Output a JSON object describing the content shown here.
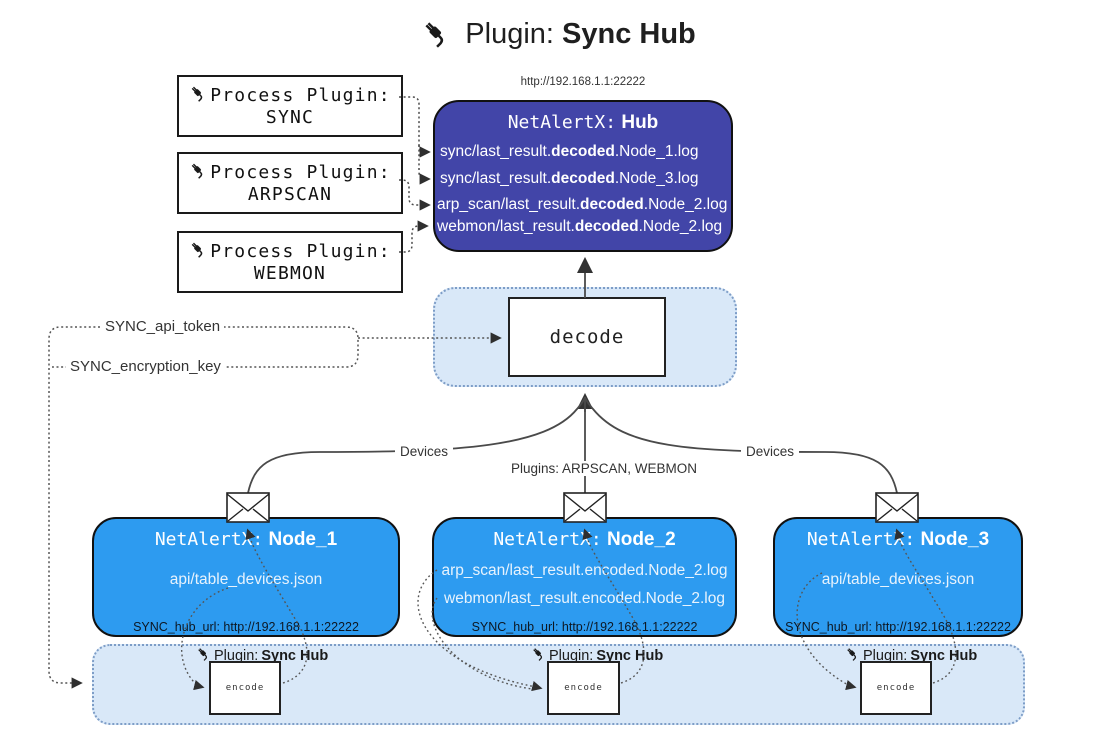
{
  "title": {
    "prefix": "Plugin:",
    "name": "Sync Hub"
  },
  "process": {
    "label": "Process Plugin:",
    "items": [
      "SYNC",
      "ARPSCAN",
      "WEBMON"
    ]
  },
  "hub": {
    "url": "http://192.168.1.1:22222",
    "title_prefix": "NetAlertX:",
    "title_name": "Hub",
    "logs": [
      {
        "pre": "sync/last_result.",
        "mid": "decoded",
        "post": ".Node_1.log"
      },
      {
        "pre": "sync/last_result.",
        "mid": "decoded",
        "post": ".Node_3.log"
      },
      {
        "pre": "arp_scan/last_result.",
        "mid": "decoded",
        "post": ".Node_2.log"
      },
      {
        "pre": "webmon/last_result.",
        "mid": "decoded",
        "post": ".Node_2.log"
      }
    ]
  },
  "config": {
    "api_token": "SYNC_api_token",
    "encryption_key": "SYNC_encryption_key"
  },
  "decode": {
    "label": "decode"
  },
  "edges": {
    "devices_left": "Devices",
    "devices_right": "Devices",
    "plugins": "Plugins: ARPSCAN, WEBMON"
  },
  "nodes": [
    {
      "title_prefix": "NetAlertX:",
      "title_name": "Node_1",
      "files": [
        "api/table_devices.json"
      ],
      "hub_url": "SYNC_hub_url: http://192.168.1.1:22222"
    },
    {
      "title_prefix": "NetAlertX:",
      "title_name": "Node_2",
      "files": [
        "arp_scan/last_result.encoded.Node_2.log",
        "webmon/last_result.encoded.Node_2.log"
      ],
      "hub_url": "SYNC_hub_url: http://192.168.1.1:22222"
    },
    {
      "title_prefix": "NetAlertX:",
      "title_name": "Node_3",
      "files": [
        "api/table_devices.json"
      ],
      "hub_url": "SYNC_hub_url: http://192.168.1.1:22222"
    }
  ],
  "band": {
    "label_prefix": "Plugin:",
    "label_name": "Sync Hub",
    "encode_label": "encode"
  },
  "icons": {
    "plug": "plug-icon",
    "envelope": "envelope-icon"
  },
  "colors": {
    "hub_bg": "#4245a8",
    "node_bg": "#2d9bf0",
    "panel_bg": "#d9e8f8",
    "panel_border": "#7d9dc7",
    "line": "#4a4a4a",
    "text_light": "#e8f3fd"
  }
}
